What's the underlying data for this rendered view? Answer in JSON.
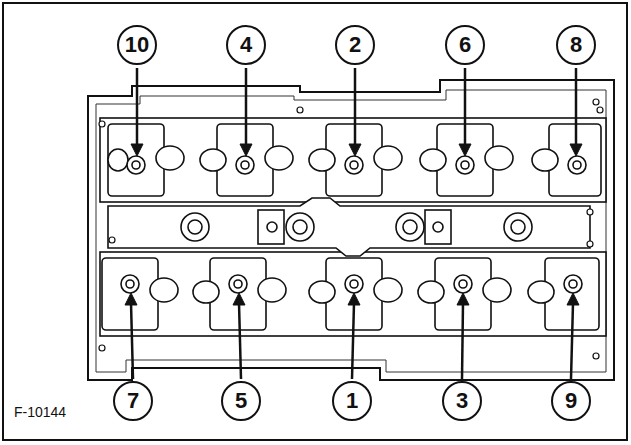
{
  "diagram": {
    "nodes": [
      {
        "text": [
          "10"
        ]
      },
      {
        "text": [
          "4"
        ]
      },
      {
        "text": [
          "2"
        ]
      },
      {
        "text": [
          "6"
        ]
      },
      {
        "text": [
          "8"
        ]
      },
      {
        "text": [
          "7"
        ]
      },
      {
        "text": [
          "5"
        ]
      },
      {
        "text": [
          "1"
        ]
      },
      {
        "text": [
          "3"
        ]
      },
      {
        "text": [
          "9"
        ]
      }
    ],
    "labels": [
      "F-10144"
    ]
  }
}
